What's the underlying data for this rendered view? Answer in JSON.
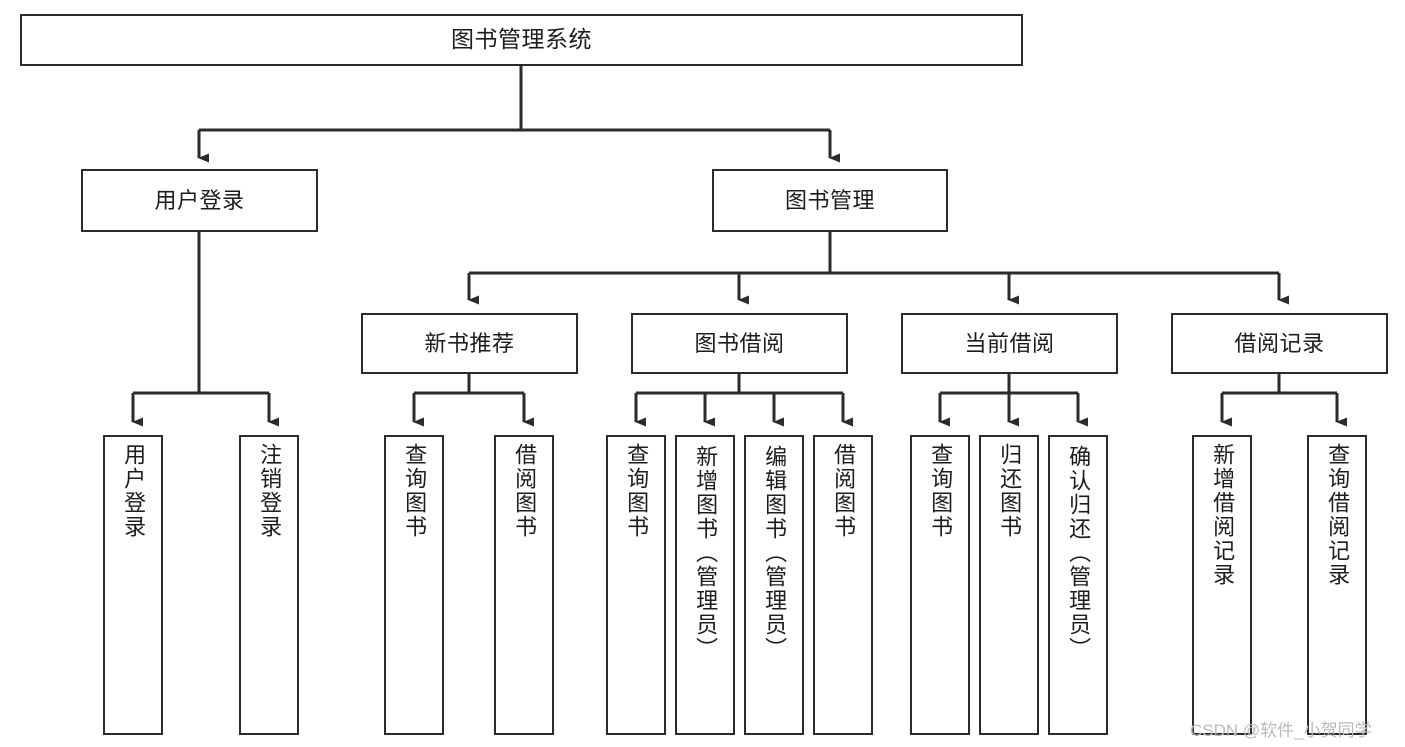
{
  "diagram": {
    "title": "图书管理系统",
    "type": "tree-hierarchy-chart",
    "orientation": "top-down",
    "colors": {
      "box_border": "#2b2b2b",
      "box_fill": "#ffffff",
      "edge": "#2b2b2b",
      "text": "#1c1c1c",
      "watermark": "#b9b9b9",
      "background": "#ffffff"
    }
  },
  "root": {
    "label": "图书管理系统"
  },
  "level1": [
    {
      "label": "用户登录"
    },
    {
      "label": "图书管理"
    }
  ],
  "level2": [
    {
      "label": "新书推荐"
    },
    {
      "label": "图书借阅"
    },
    {
      "label": "当前借阅"
    },
    {
      "label": "借阅记录"
    }
  ],
  "leaves": {
    "user_login": [
      {
        "label": "用户登录"
      },
      {
        "label": "注销登录"
      }
    ],
    "new_book_recommend": [
      {
        "label": "查询图书"
      },
      {
        "label": "借阅图书"
      }
    ],
    "book_borrow": [
      {
        "label": "查询图书"
      },
      {
        "label": "新增图书（管理员）"
      },
      {
        "label": "编辑图书（管理员）"
      },
      {
        "label": "借阅图书"
      }
    ],
    "current_borrow": [
      {
        "label": "查询图书"
      },
      {
        "label": "归还图书"
      },
      {
        "label": "确认归还（管理员）"
      }
    ],
    "borrow_record": [
      {
        "label": "新增借阅记录"
      },
      {
        "label": "查询借阅记录"
      }
    ]
  },
  "watermark": {
    "text": "CSDN @软件_小贺同学"
  }
}
